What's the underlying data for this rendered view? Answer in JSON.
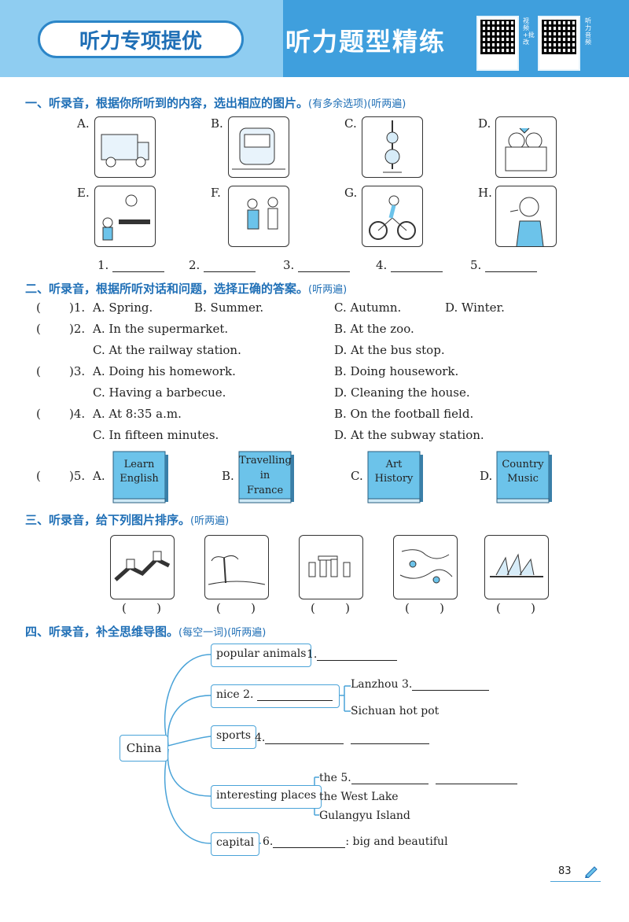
{
  "header": {
    "pill": "听力专项提优",
    "title": "听力题型精练",
    "qr1_label": "视频+批改",
    "qr2_label": "听力音频"
  },
  "s1": {
    "title": "一、听录音，根据你所听到的内容，选出相应的图片。",
    "note": "(有多余选项)(听两遍)",
    "options": [
      "A.",
      "B.",
      "C.",
      "D.",
      "E.",
      "F.",
      "G.",
      "H."
    ],
    "blanks": [
      "1.",
      "2.",
      "3.",
      "4.",
      "5."
    ]
  },
  "s2": {
    "title": "二、听录音，根据所听对话和问题，选择正确的答案。",
    "note": "(听两遍)",
    "q1": {
      "num": ")1.",
      "a": "A. Spring.",
      "b": "B. Summer.",
      "c": "C. Autumn.",
      "d": "D. Winter."
    },
    "q2": {
      "num": ")2.",
      "a": "A. In the supermarket.",
      "b": "B. At the zoo.",
      "c": "C. At the railway station.",
      "d": "D. At the bus stop."
    },
    "q3": {
      "num": ")3.",
      "a": "A. Doing his homework.",
      "b": "B. Doing housework.",
      "c": "C. Having a barbecue.",
      "d": "D. Cleaning the house."
    },
    "q4": {
      "num": ")4.",
      "a": "A. At 8:35 a.m.",
      "b": "B. On the football field.",
      "c": "C. In fifteen minutes.",
      "d": "D. At the subway station."
    },
    "q5": {
      "num": ")5.",
      "a": "A.",
      "b": "B.",
      "c": "C.",
      "d": "D.",
      "book_a": [
        "Learn",
        "English"
      ],
      "book_b": [
        "Travelling",
        "in",
        "France"
      ],
      "book_c": [
        "Art",
        "History"
      ],
      "book_d": [
        "Country",
        "Music"
      ]
    }
  },
  "s3": {
    "title": "三、听录音，给下列图片排序。",
    "note": "(听两遍)"
  },
  "s4": {
    "title": "四、听录音，补全思维导图。",
    "note": "(每空一词)(听两遍)",
    "center": "China",
    "b1": "popular animals",
    "b1_blank": "1.",
    "b2": "nice 2.",
    "b2_sub1": "Lanzhou 3.",
    "b2_sub2": "Sichuan hot pot",
    "b3": "sports",
    "b3_blank": "4.",
    "b4": "interesting places",
    "b4_sub1": "the 5.",
    "b4_sub2": "the West Lake",
    "b4_sub3": "Gulangyu Island",
    "b5": "capital",
    "b5_blank": "6.",
    "b5_tail": ": big and beautiful"
  },
  "footer": {
    "page": "83"
  },
  "colors": {
    "accent": "#1f6fb6",
    "header_blue": "#3f9fdd",
    "book": "#6cc3ea"
  }
}
